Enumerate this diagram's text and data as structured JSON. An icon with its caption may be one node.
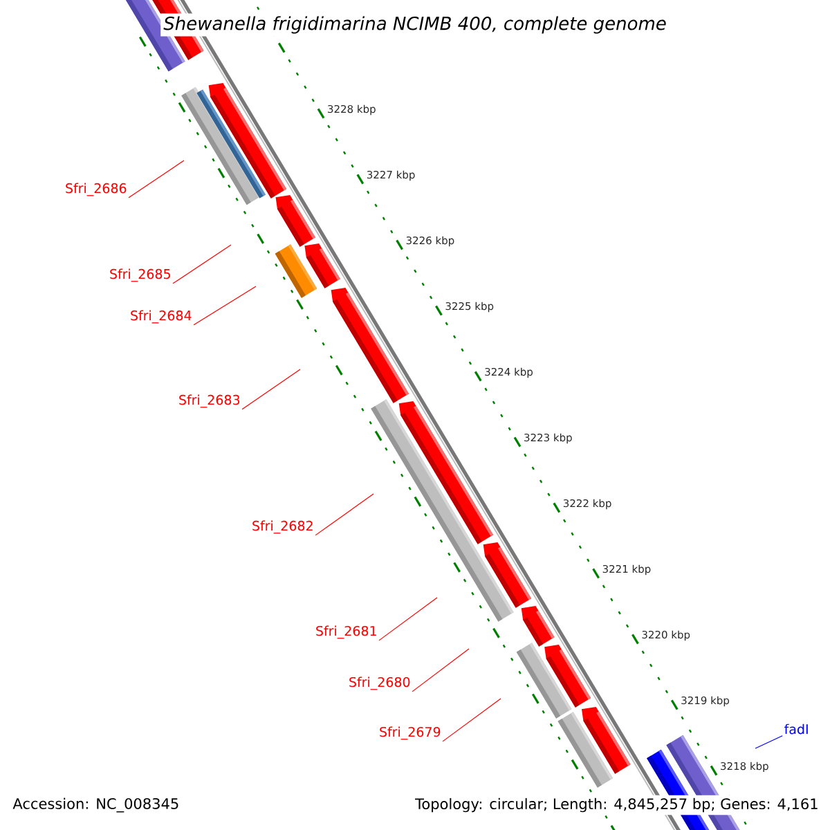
{
  "diagram": {
    "title": "Shewanella frigidimarina NCIMB 400, complete genome",
    "nodes": [
      {
        "text": [
          "Sfri_2686"
        ]
      },
      {
        "text": [
          "Sfri_2685"
        ]
      },
      {
        "text": [
          "Sfri_2684"
        ]
      },
      {
        "text": [
          "Sfri_2683"
        ]
      },
      {
        "text": [
          "Sfri_2682"
        ]
      },
      {
        "text": [
          "Sfri_2681"
        ]
      },
      {
        "text": [
          "Sfri_2680"
        ]
      },
      {
        "text": [
          "Sfri_2679"
        ]
      },
      {
        "text": [
          "fadI"
        ]
      }
    ],
    "edges": [
      {
        "from": 0,
        "to": null,
        "arrow": "none"
      },
      {
        "from": 1,
        "to": null,
        "arrow": "none"
      },
      {
        "from": 2,
        "to": null,
        "arrow": "none"
      },
      {
        "from": 3,
        "to": null,
        "arrow": "none"
      },
      {
        "from": 4,
        "to": null,
        "arrow": "none"
      },
      {
        "from": 5,
        "to": null,
        "arrow": "none"
      },
      {
        "from": 6,
        "to": null,
        "arrow": "none"
      },
      {
        "from": 7,
        "to": null,
        "arrow": "none"
      },
      {
        "from": 8,
        "to": null,
        "arrow": "none",
        "color": "#0000ff"
      }
    ],
    "labels": [
      "3228 kbp",
      "3227 kbp",
      "3226 kbp",
      "3225 kbp",
      "3224 kbp",
      "3223 kbp",
      "3222 kbp",
      "3221 kbp",
      "3220 kbp",
      "3219 kbp",
      "3218 kbp",
      "Accession: NC_008345",
      "Topology: circular; Length: 4,845,257 bp; Genes: 4,161"
    ]
  }
}
